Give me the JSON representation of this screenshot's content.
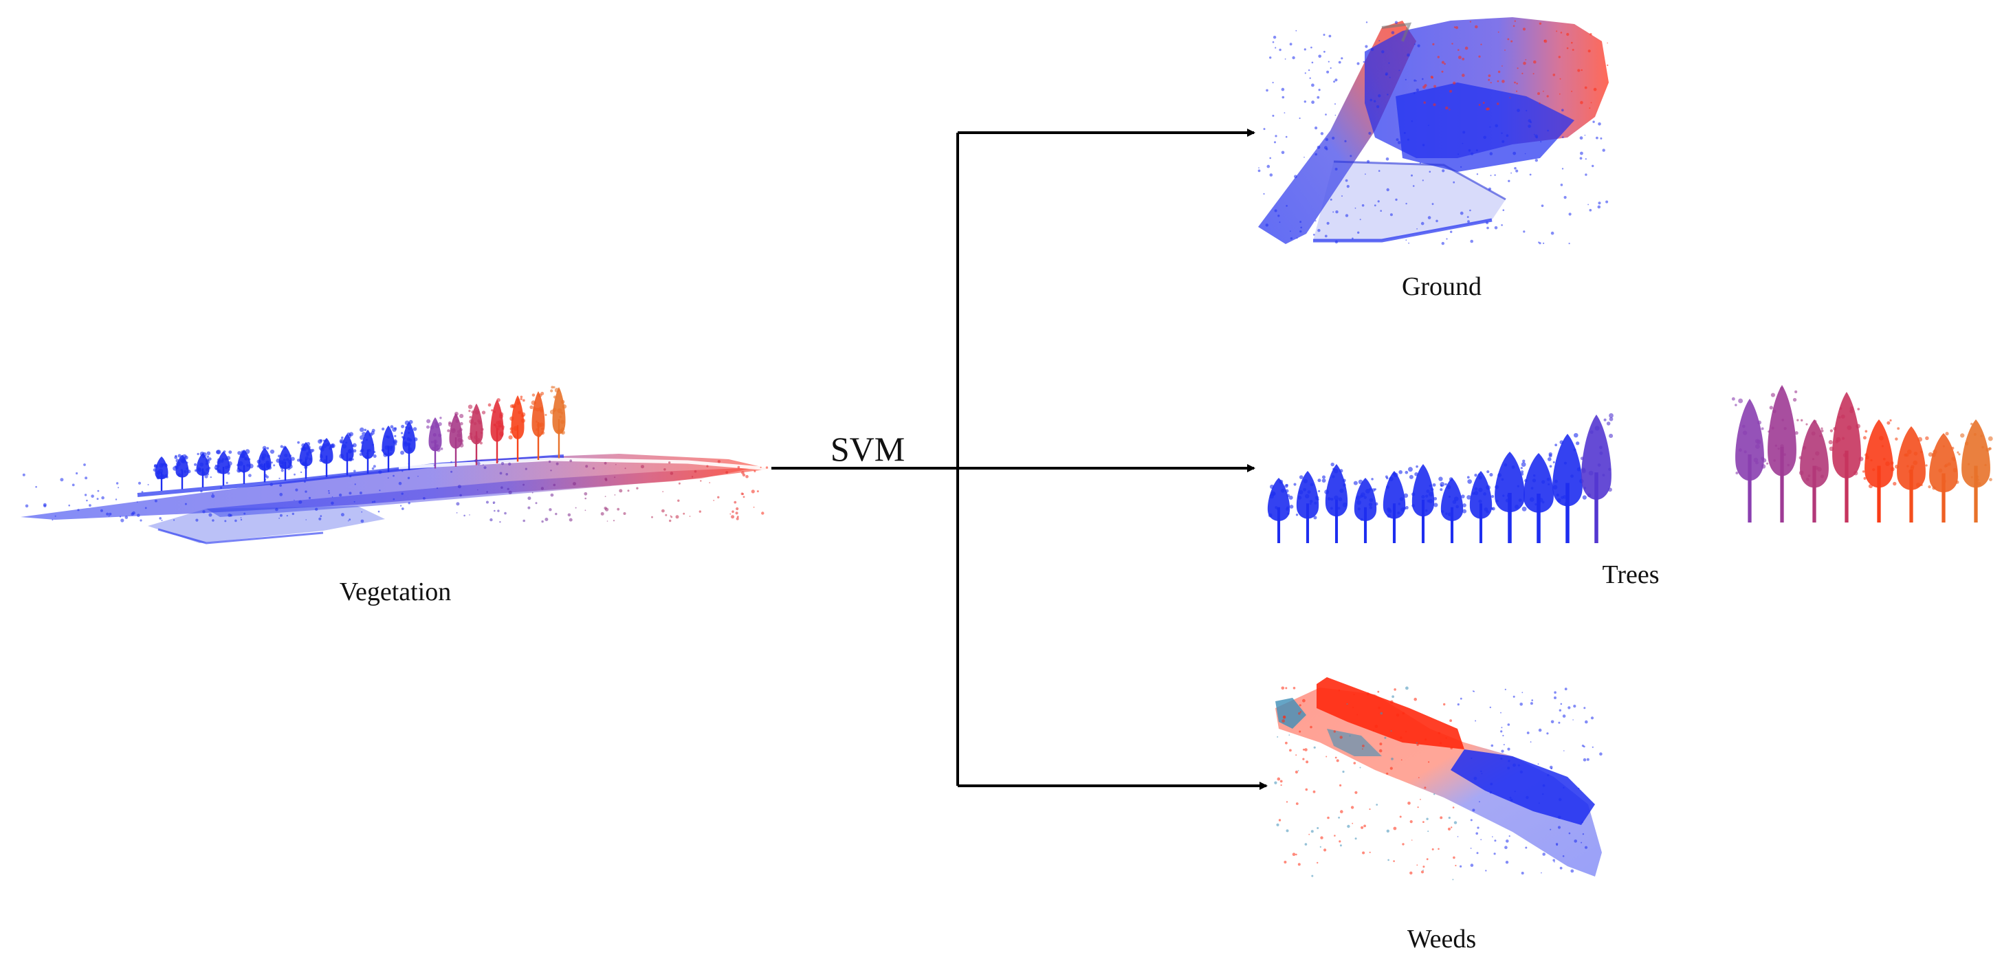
{
  "labels": {
    "input": "Vegetation",
    "method": "SVM",
    "output_ground": "Ground",
    "output_trees": "Trees",
    "output_weeds": "Weeds"
  },
  "colors": {
    "point_low": "#1e2ef0",
    "point_mid": "#8a3fb0",
    "point_high": "#ff2a10",
    "point_orange": "#e8722a",
    "point_teal": "#3f8fb8",
    "arrow": "#000000"
  },
  "trees": {
    "blue_count": 12,
    "warm_count": 8
  }
}
